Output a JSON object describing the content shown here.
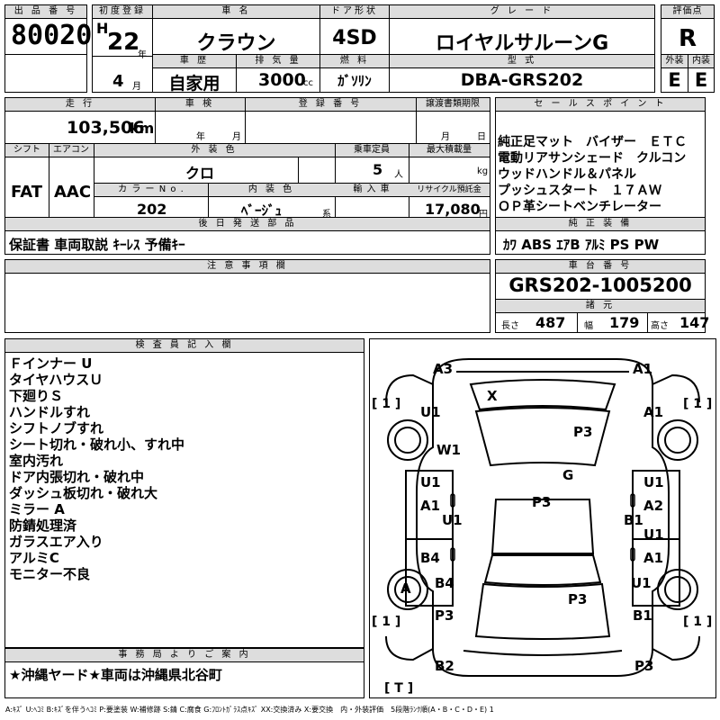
{
  "row1": {
    "lot_label": "出 品 番 号",
    "lot": "80020",
    "reg_label": "初度登録",
    "era": "H",
    "reg_year": "22",
    "reg_year_unit": "年",
    "reg_month": "4",
    "reg_month_unit": "月",
    "name_label": "車 名",
    "name": "クラウン",
    "door_label": "ドア形状",
    "door": "4SD",
    "grade_label": "グ レ ー ド",
    "grade": "ロイヤルサルーンG",
    "score_label": "評価点",
    "score": "R"
  },
  "row1b": {
    "history_label": "車 歴",
    "history": "自家用",
    "disp_label": "排 気 量",
    "disp": "3000",
    "disp_unit": "cc",
    "fuel_label": "燃 料",
    "fuel": "ｶﾞｿﾘﾝ",
    "model_label": "型 式",
    "model": "DBA-GRS202",
    "ext_label": "外装",
    "ext": "E",
    "int_label": "内装",
    "int": "E"
  },
  "row2": {
    "mileage_label": "走 行",
    "mileage": "103,506",
    "mileage_unit": "km",
    "inspection_label": "車 検",
    "year_unit": "年",
    "month_unit": "月",
    "plate_label": "登 録 番 号",
    "transfer_label": "譲渡書類期限",
    "transfer_month": "月",
    "transfer_day": "日",
    "shift_label": "シフト",
    "shift": "FAT",
    "ac_label": "エアコン",
    "ac": "AAC",
    "color_label": "外 装 色",
    "color": "クロ",
    "colorno_label": "カ ラ ー N o .",
    "colorno": "202",
    "interior_label": "内 装 色",
    "interior": "ﾍﾞｰｼﾞｭ",
    "interior_unit": "系",
    "capacity_label": "乗車定員",
    "capacity": "5",
    "capacity_unit": "人",
    "load_label": "最大積載量",
    "load_unit": "kg",
    "import_label": "輸 入 車",
    "recycle_label": "リサイクル預託金",
    "recycle": "17,080",
    "recycle_unit": "円"
  },
  "sales": {
    "label": "セ ー ル ス ポ イ ン ト",
    "lines": [
      "純正足マット　バイザー　ＥＴＣ",
      "電動リアサンシェード　クルコン",
      "ウッドハンドル＆パネル",
      "プッシュスタート　１７ＡＷ",
      "ＯＰ革シートベンチレーター"
    ]
  },
  "later": {
    "label": "後 日 発 送 部 品",
    "value": "保証書 車両取説 ｷｰﾚｽ 予備ｷｰ"
  },
  "equip": {
    "label": "純 正 装 備",
    "value": "ｶﾜ ABS ｴｱB ｱﾙﾐ PS PW"
  },
  "notes": {
    "label": "注 意 事 項 欄"
  },
  "chassis": {
    "label": "車 台 番 号",
    "value": "GRS202-1005200"
  },
  "specs": {
    "label": "諸 元",
    "len_label": "長さ",
    "len": "487",
    "wid_label": "幅",
    "wid": "179",
    "hgt_label": "高さ",
    "hgt": "147"
  },
  "inspector": {
    "label": "検 査 員 記 入 欄",
    "lines": [
      "Ｆインナー U",
      "タイヤハウスＵ",
      "下廻りＳ",
      "ハンドルすれ",
      "シフトノブすれ",
      "シート切れ・破れ小、すれ中",
      "室内汚れ",
      "ドア内張切れ・破れ中",
      "ダッシュ板切れ・破れ大",
      "ミラー A",
      "防錆処理済",
      "ガラスエア入り",
      "アルミC",
      "モニター不良"
    ]
  },
  "office": {
    "label": "事 務 局 よ り ご 案 内",
    "value": "★沖縄ヤード★車両は沖縄県北谷町"
  },
  "diagram": {
    "marks": {
      "a3": "A3",
      "a1_fr": "A1",
      "x": "X",
      "u1_lf": "U1",
      "a1_rf": "A1",
      "p3_hood": "P3",
      "w1": "W1",
      "g": "G",
      "u1_ld": "U1",
      "a1_ld": "A1",
      "u1_ld2": "U1",
      "p3_roof": "P3",
      "u1_rd": "U1",
      "a2_rd": "A2",
      "b1_rd": "B1",
      "u1_rd2": "U1",
      "a1_rd2": "A1",
      "b4_l": "B4",
      "b4_lr": "B4",
      "a_tire": "A",
      "u1_rr": "U1",
      "p3_trunk": "P3",
      "p3_lr": "P3",
      "b1_rr": "B1",
      "b2": "B2",
      "p3_rear": "P3"
    },
    "tire_fl": "[ 1 ]",
    "tire_fr": "[ 1 ]",
    "tire_rl": "[ 1 ]",
    "tire_rr": "[ 1 ]",
    "tire_spare": "[ T ]"
  },
  "legend": "A:ｷｽﾞ U:ﾍｺﾐ B:ｷｽﾞを伴うﾍｺﾐ P:要塗装 W:補修跡 S:錆 C:腐食 G:ﾌﾛﾝﾄｶﾞﾗｽ点ｷｽﾞ XX:交換済み X:要交換　内・外装評価　5段階ﾗﾝｸ順(A・B・C・D・E) 1"
}
